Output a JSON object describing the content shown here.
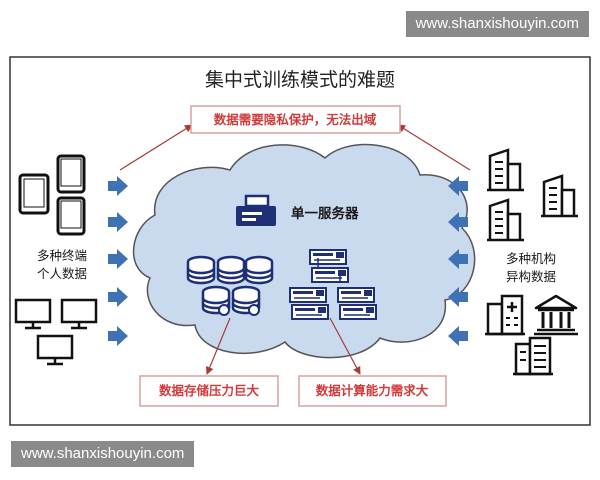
{
  "watermarks": {
    "top": "www.shanxishouyin.com",
    "bottom": "www.shanxishouyin.com"
  },
  "diagram": {
    "title": "集中式训练模式的难题",
    "problems": {
      "privacy": "数据需要隐私保护，无法出域",
      "storage": "数据存储压力巨大",
      "compute": "数据计算能力需求大"
    },
    "server_label": "单一服务器",
    "left_label": [
      "多种终端",
      "个人数据"
    ],
    "right_label": [
      "多种机构",
      "异构数据"
    ],
    "colors": {
      "frame": "#333333",
      "cloud_fill": "#c9d9ee",
      "cloud_stroke": "#555555",
      "arrow_blue": "#3f72b4",
      "icon_navy": "#1e2f78",
      "problem_red": "#d23a3a",
      "connector": "#a83a3a",
      "title": "#222222"
    },
    "icons": [
      "tablet-icon",
      "phone-icon",
      "monitor-icon",
      "printer-server-icon",
      "database-icon",
      "network-switch-icon",
      "office-building-icon",
      "hospital-icon",
      "bank-icon"
    ]
  }
}
